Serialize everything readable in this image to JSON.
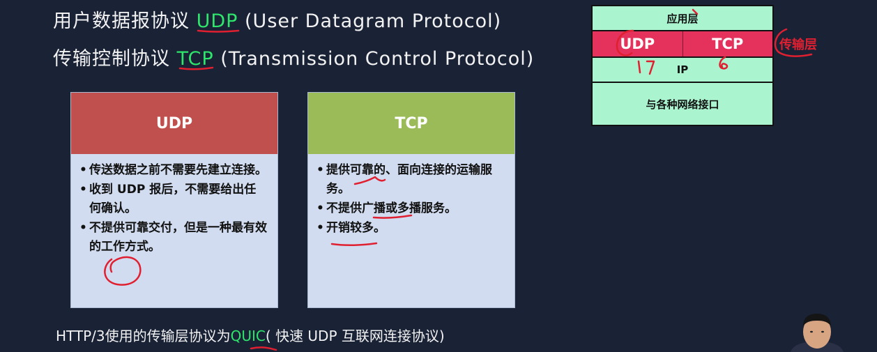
{
  "line1": {
    "prefix": "用户数据报协议 ",
    "acronym": "UDP",
    "suffix": " (User Datagram Protocol)"
  },
  "line2": {
    "prefix": "传输控制协议 ",
    "acronym": "TCP",
    "suffix": " (Transmission Control Protocol)"
  },
  "udp_card": {
    "title": "UDP",
    "items": [
      "传送数据之前不需要先建立连接。",
      "收到 UDP 报后，不需要给出任何确认。",
      "不提供可靠交付，但是一种最有效的工作方式。"
    ]
  },
  "tcp_card": {
    "title": "TCP",
    "items": [
      "提供可靠的、面向连接的运输服务。",
      "不提供广播或多播服务。",
      "开销较多。"
    ]
  },
  "bottom": {
    "prefix": "HTTP/3使用的传输层协议为",
    "quic": "QUIC",
    "suffix": "( 快速 UDP 互联网连接协议)"
  },
  "stack": {
    "app_layer": "应用层",
    "udp": "UDP",
    "tcp": "TCP",
    "ip": "IP",
    "net_layer": "与各种网络接口",
    "transport_annotation": "传输层"
  },
  "colors": {
    "background": "#1a2236",
    "accent_green": "#2ee66b",
    "udp_header": "#c0504d",
    "tcp_header": "#9bbb59",
    "card_body": "#d1dcf0",
    "stack_layer": "#aaf5d0",
    "transport_layer": "#e4325c",
    "annotation_red": "#e02030"
  }
}
